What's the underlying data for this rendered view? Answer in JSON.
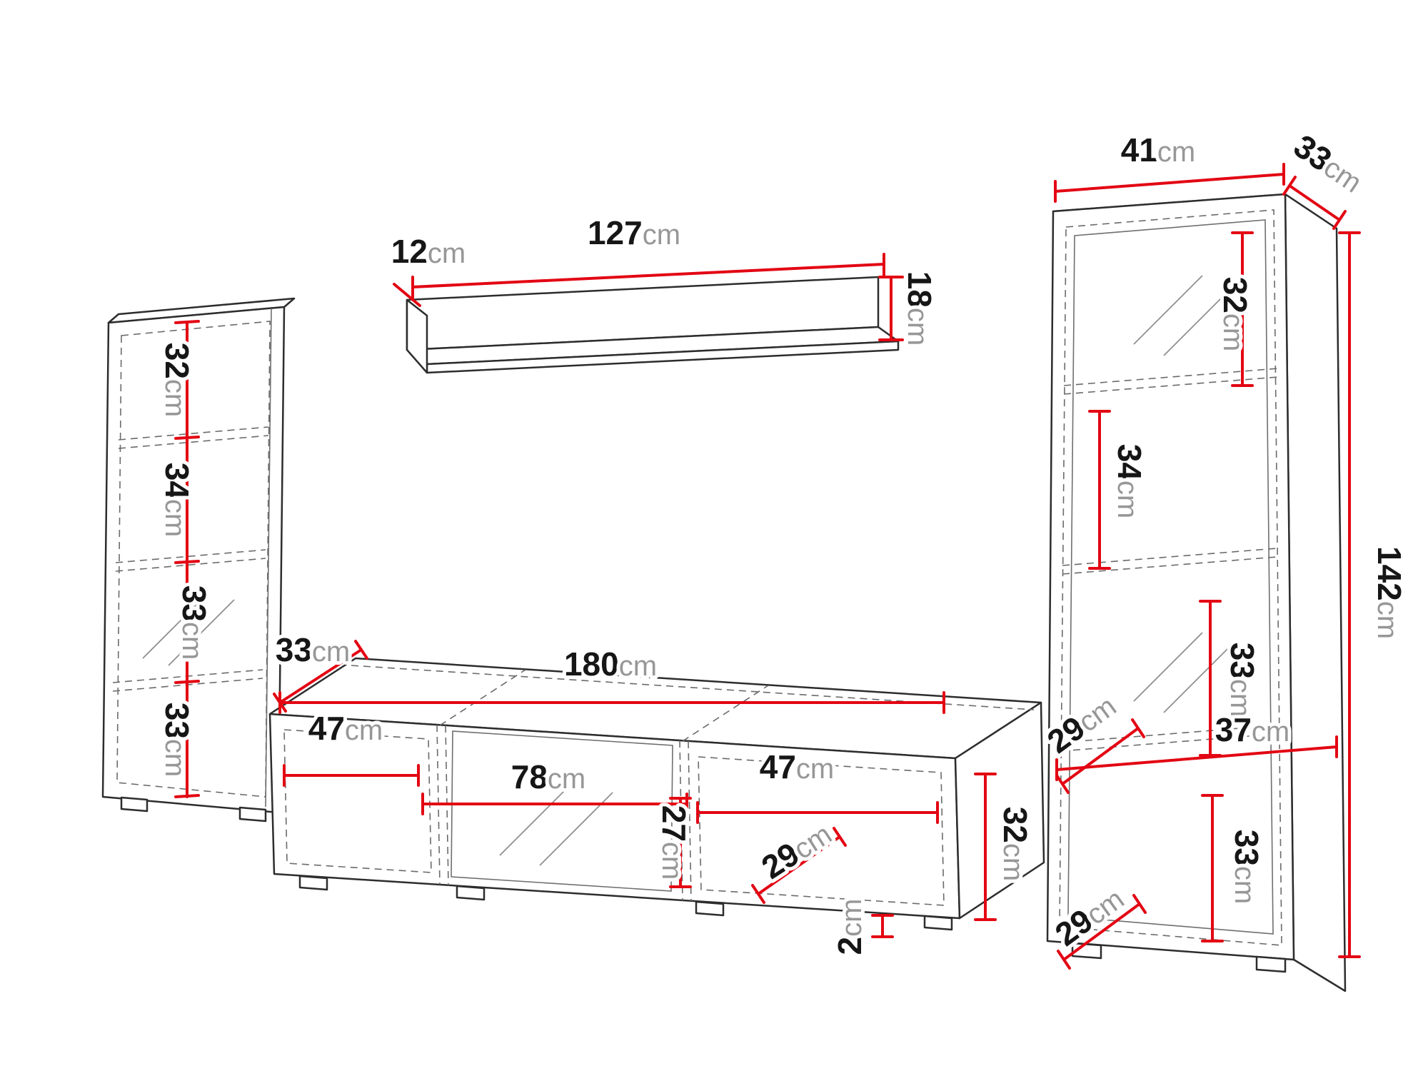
{
  "diagram": {
    "type": "furniture-dimension-drawing",
    "pieces": [
      "left display cabinet",
      "wall shelf",
      "tv stand",
      "right display cabinet"
    ]
  },
  "colors": {
    "dimension_line": "#e30613",
    "outline": "#2d2d2d",
    "hidden_line": "#6b6b6b"
  },
  "dims": {
    "left_cabinet": {
      "c1": {
        "value": "32",
        "unit": "cm"
      },
      "c2": {
        "value": "34",
        "unit": "cm"
      },
      "c3": {
        "value": "33",
        "unit": "cm"
      },
      "c4": {
        "value": "33",
        "unit": "cm"
      }
    },
    "wall_shelf": {
      "depth": {
        "value": "12",
        "unit": "cm"
      },
      "width": {
        "value": "127",
        "unit": "cm"
      },
      "height": {
        "value": "18",
        "unit": "cm"
      }
    },
    "tv_stand": {
      "depth": {
        "value": "33",
        "unit": "cm"
      },
      "width": {
        "value": "180",
        "unit": "cm"
      },
      "left_section": {
        "value": "47",
        "unit": "cm"
      },
      "center_section": {
        "value": "78",
        "unit": "cm"
      },
      "inner_height": {
        "value": "27",
        "unit": "cm"
      },
      "right_section": {
        "value": "47",
        "unit": "cm"
      },
      "inner_depth": {
        "value": "29",
        "unit": "cm"
      },
      "plinth_height": {
        "value": "2",
        "unit": "cm"
      },
      "height": {
        "value": "32",
        "unit": "cm"
      }
    },
    "right_cabinet": {
      "width": {
        "value": "41",
        "unit": "cm"
      },
      "depth": {
        "value": "33",
        "unit": "cm"
      },
      "c1": {
        "value": "32",
        "unit": "cm"
      },
      "c2": {
        "value": "34",
        "unit": "cm"
      },
      "c3": {
        "value": "33",
        "unit": "cm"
      },
      "inner_depth_mid": {
        "value": "29",
        "unit": "cm"
      },
      "inner_width": {
        "value": "37",
        "unit": "cm"
      },
      "c4": {
        "value": "33",
        "unit": "cm"
      },
      "inner_depth_bottom": {
        "value": "29",
        "unit": "cm"
      },
      "height": {
        "value": "142",
        "unit": "cm"
      }
    }
  }
}
